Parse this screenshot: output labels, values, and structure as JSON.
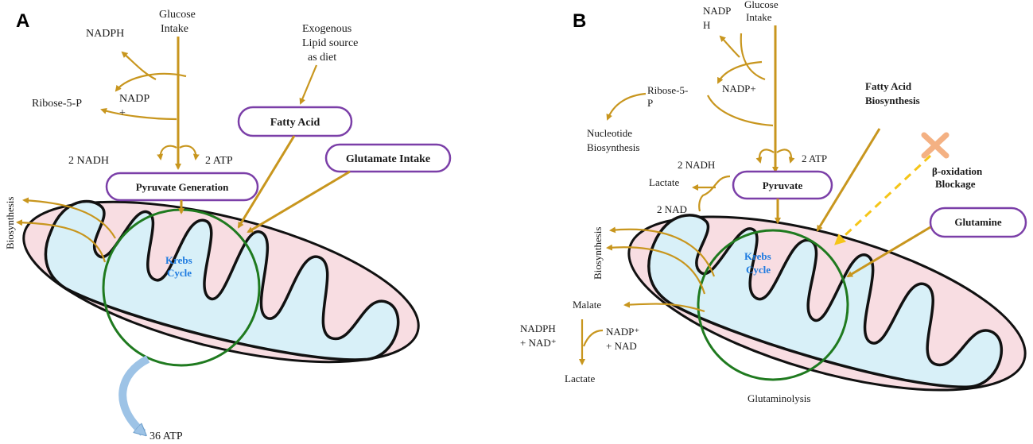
{
  "panel_a": {
    "letter": "A",
    "glucose_intake": [
      "Glucose",
      "Intake"
    ],
    "nadph": "NADPH",
    "ribose": "Ribose-5-P",
    "nadp": [
      "NADP",
      "+"
    ],
    "nadh": "2 NADH",
    "atp": "2 ATP",
    "exogenous": [
      "Exogenous",
      "Lipid source",
      "as diet"
    ],
    "fatty_acid": "Fatty Acid",
    "glutamate": "Glutamate Intake",
    "pyruvate_gen": "Pyruvate  Generation",
    "biosynthesis": "Biosynthesis",
    "krebs": [
      "Krebs",
      "Cycle"
    ],
    "atp36": "36 ATP"
  },
  "panel_b": {
    "letter": "B",
    "nadp_h": [
      "NADP",
      "H"
    ],
    "glucose_intake": [
      "Glucose",
      "Intake"
    ],
    "ribose": [
      "Ribose-5-",
      "P"
    ],
    "nadp_plus": "NADP+",
    "nucleotide": [
      "Nucleotide",
      "Biosynthesis"
    ],
    "fatty_acid_bio": [
      "Fatty Acid",
      "Biosynthesis"
    ],
    "nadh": "2 NADH",
    "atp": "2 ATP",
    "lactate_top": "Lactate",
    "pyruvate": "Pyruvate",
    "nad": "2 NAD",
    "beta_ox": [
      "β-oxidation",
      "Blockage"
    ],
    "glutamine": "Glutamine",
    "biosynthesis": "Biosynthesis",
    "krebs": [
      "Krebs",
      "Cycle"
    ],
    "malate": "Malate",
    "nadph_nad": [
      "NADPH",
      "+ NAD⁺"
    ],
    "nadp_nad": [
      "NADP⁺",
      "+ NAD"
    ],
    "lactate_bottom": "Lactate",
    "glutaminolysis": "Glutaminolysis"
  },
  "colors": {
    "arrow": "#c8961e",
    "pill_border": "#7b3fa8",
    "krebs_ring": "#1f7a1f",
    "krebs_text": "#1e7be0",
    "outer_membrane_fill": "#f8dde2",
    "matrix_fill": "#d8f0f8",
    "blockage_x": "#f4b183",
    "dashed_arrow": "#f5c518",
    "atp_arrow": "#9dc3e6"
  }
}
